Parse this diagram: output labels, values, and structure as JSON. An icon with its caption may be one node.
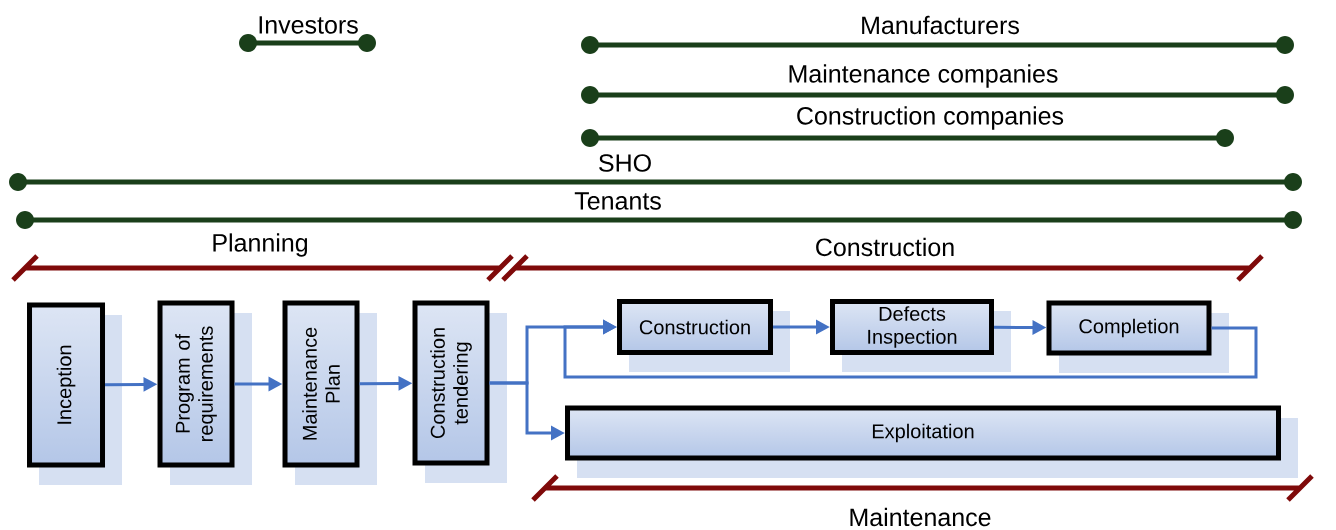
{
  "diagram": {
    "nodes": [
      {
        "text": [
          "Inception"
        ]
      },
      {
        "text": [
          "Program of requirements"
        ]
      },
      {
        "text": [
          "Maintenance Plan"
        ]
      },
      {
        "text": [
          "Construction tendering"
        ]
      },
      {
        "text": [
          "Construction"
        ]
      },
      {
        "text": [
          "Defects Inspection"
        ]
      },
      {
        "text": [
          "Completion"
        ]
      },
      {
        "text": [
          "Exploitation"
        ]
      }
    ],
    "edges": [
      {
        "from": 0,
        "to": 1,
        "arrow": "to"
      },
      {
        "from": 1,
        "to": 2,
        "arrow": "to"
      },
      {
        "from": 2,
        "to": 3,
        "arrow": "to"
      },
      {
        "from": 3,
        "to": 4,
        "arrow": "to"
      },
      {
        "from": 3,
        "to": 7,
        "arrow": "to"
      },
      {
        "from": 4,
        "to": 5,
        "arrow": "to"
      },
      {
        "from": 5,
        "to": 6,
        "arrow": "to"
      },
      {
        "from": 6,
        "to": 4,
        "arrow": "to"
      }
    ],
    "labels": [
      "Investors",
      "Manufacturers",
      "Maintenance companies",
      "Construction companies",
      "SHO",
      "Tenants",
      "Planning",
      "Construction",
      "Maintenance"
    ]
  }
}
